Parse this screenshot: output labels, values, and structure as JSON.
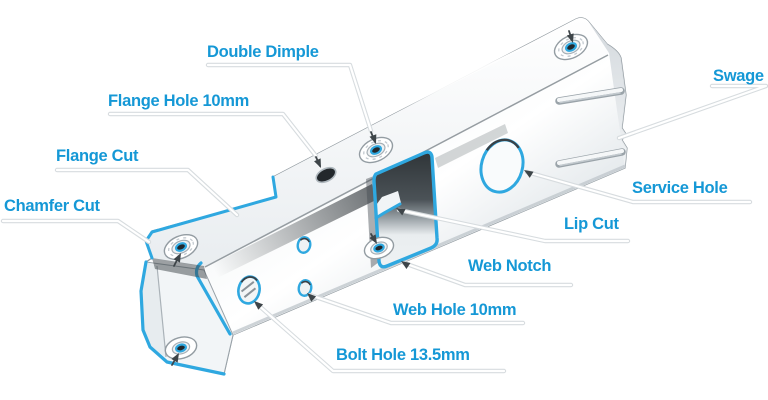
{
  "diagram": {
    "labels": {
      "double_dimple": "Double Dimple",
      "flange_hole": "Flange Hole 10mm",
      "flange_cut": "Flange Cut",
      "chamfer_cut": "Chamfer Cut",
      "swage": "Swage",
      "service_hole": "Service Hole",
      "lip_cut": "Lip Cut",
      "web_notch": "Web Notch",
      "web_hole": "Web Hole 10mm",
      "bolt_hole": "Bolt Hole 13.5mm"
    },
    "colors": {
      "label_text": "#1598d6",
      "edge_highlight": "#2fa8e0",
      "leader_line": "#ffffff",
      "arrow": "#3e4549",
      "metal_outline": "#8e979d",
      "metal_fill": "#ffffff"
    }
  }
}
